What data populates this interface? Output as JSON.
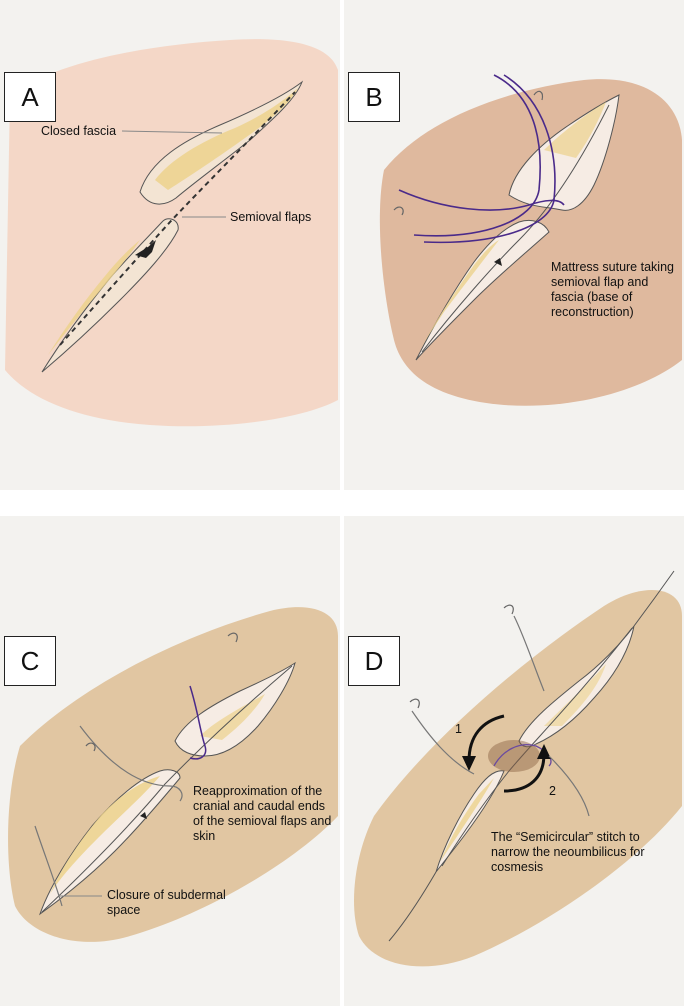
{
  "panels": [
    {
      "letter": "A",
      "labels": {
        "closed_fascia": "Closed fascia",
        "semioval_flaps": "Semioval flaps"
      }
    },
    {
      "letter": "B",
      "labels": {
        "mattress": "Mattress suture taking semioval flap and fascia (base of reconstruction)"
      }
    },
    {
      "letter": "C",
      "labels": {
        "reapprox": "Reapproximation of the cranial and caudal ends of the semioval flaps and skin",
        "subdermal": "Closure of subdermal space"
      }
    },
    {
      "letter": "D",
      "labels": {
        "step1": "1",
        "step2": "2",
        "semicircular": "The “Semicircular” stitch to narrow the neoumbilicus for cosmesis"
      }
    }
  ],
  "colors": {
    "panel_bg": "#f3f2ef",
    "skin_pink": "#f3d2bf",
    "skin_brown": "#d8a683",
    "skin_tan": "#d8b482",
    "fascia_yellow": "#ecd28c",
    "suture_purple": "#4a2a8a"
  }
}
